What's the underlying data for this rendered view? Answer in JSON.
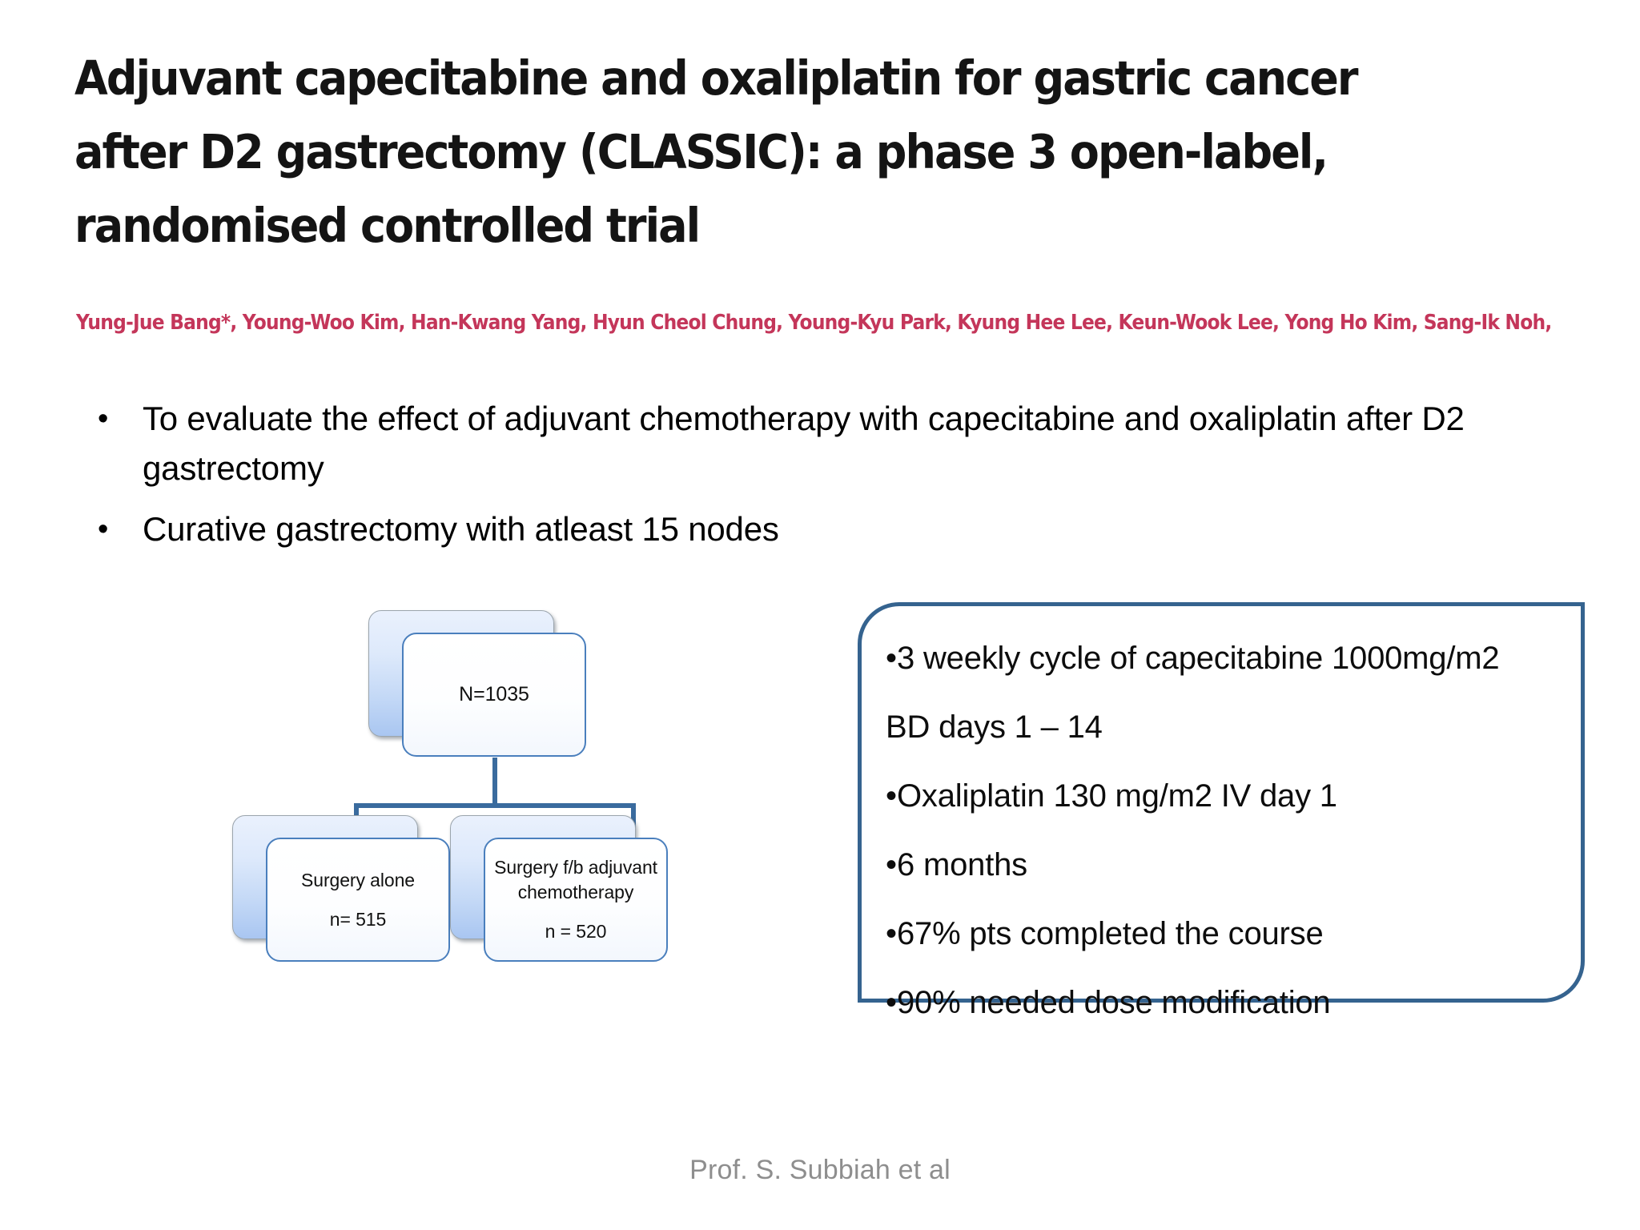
{
  "slide": {
    "background_color": "#ffffff",
    "title": {
      "lines": [
        "Adjuvant capecitabine and oxaliplatin for gastric cancer",
        "after D2 gastrectomy (CLASSIC): a phase 3 open-label,",
        "randomised controlled trial"
      ],
      "color": "#141414"
    },
    "authors": {
      "text": "Yung-Jue Bang*, Young-Woo Kim, Han-Kwang Yang, Hyun Cheol Chung, Young-Kyu Park, Kyung Hee Lee, Keun-Wook Lee, Yong Ho Kim, Sang-Ik Noh,",
      "color": "#c4365a"
    },
    "bullets": [
      {
        "marker": "•",
        "text": "To evaluate the effect of adjuvant chemotherapy with capecitabine and oxaliplatin after D2 gastrectomy"
      },
      {
        "marker": "•",
        "text": "Curative gastrectomy with atleast 15 nodes"
      }
    ],
    "flowchart": {
      "type": "tree",
      "accent_color": "#3a6b9e",
      "node_border_color": "#4a7fbd",
      "nodes": {
        "root": {
          "label": "N=1035",
          "value": 1035
        },
        "left": {
          "label": "Surgery alone",
          "count_label": "n= 515",
          "value": 515
        },
        "right": {
          "label_line1": "Surgery f/b adjuvant",
          "label_line2": "chemotherapy",
          "count_label": "n = 520",
          "value": 520
        }
      }
    },
    "callout": {
      "border_color": "#35638f",
      "lines": [
        {
          "bullet": "•",
          "text": "3 weekly cycle of capecitabine 1000mg/m2"
        },
        {
          "bullet": "",
          "text": "BD days 1 – 14"
        },
        {
          "bullet": "•",
          "text": "Oxaliplatin 130 mg/m2 IV day 1"
        },
        {
          "bullet": "•",
          "text": "6 months"
        },
        {
          "bullet": "•",
          "text": "67% pts completed the course"
        },
        {
          "bullet": "•",
          "text": "90% needed dose modification"
        }
      ]
    },
    "footer": {
      "text": "Prof. S. Subbiah et al",
      "color": "#8e8e8e"
    }
  }
}
